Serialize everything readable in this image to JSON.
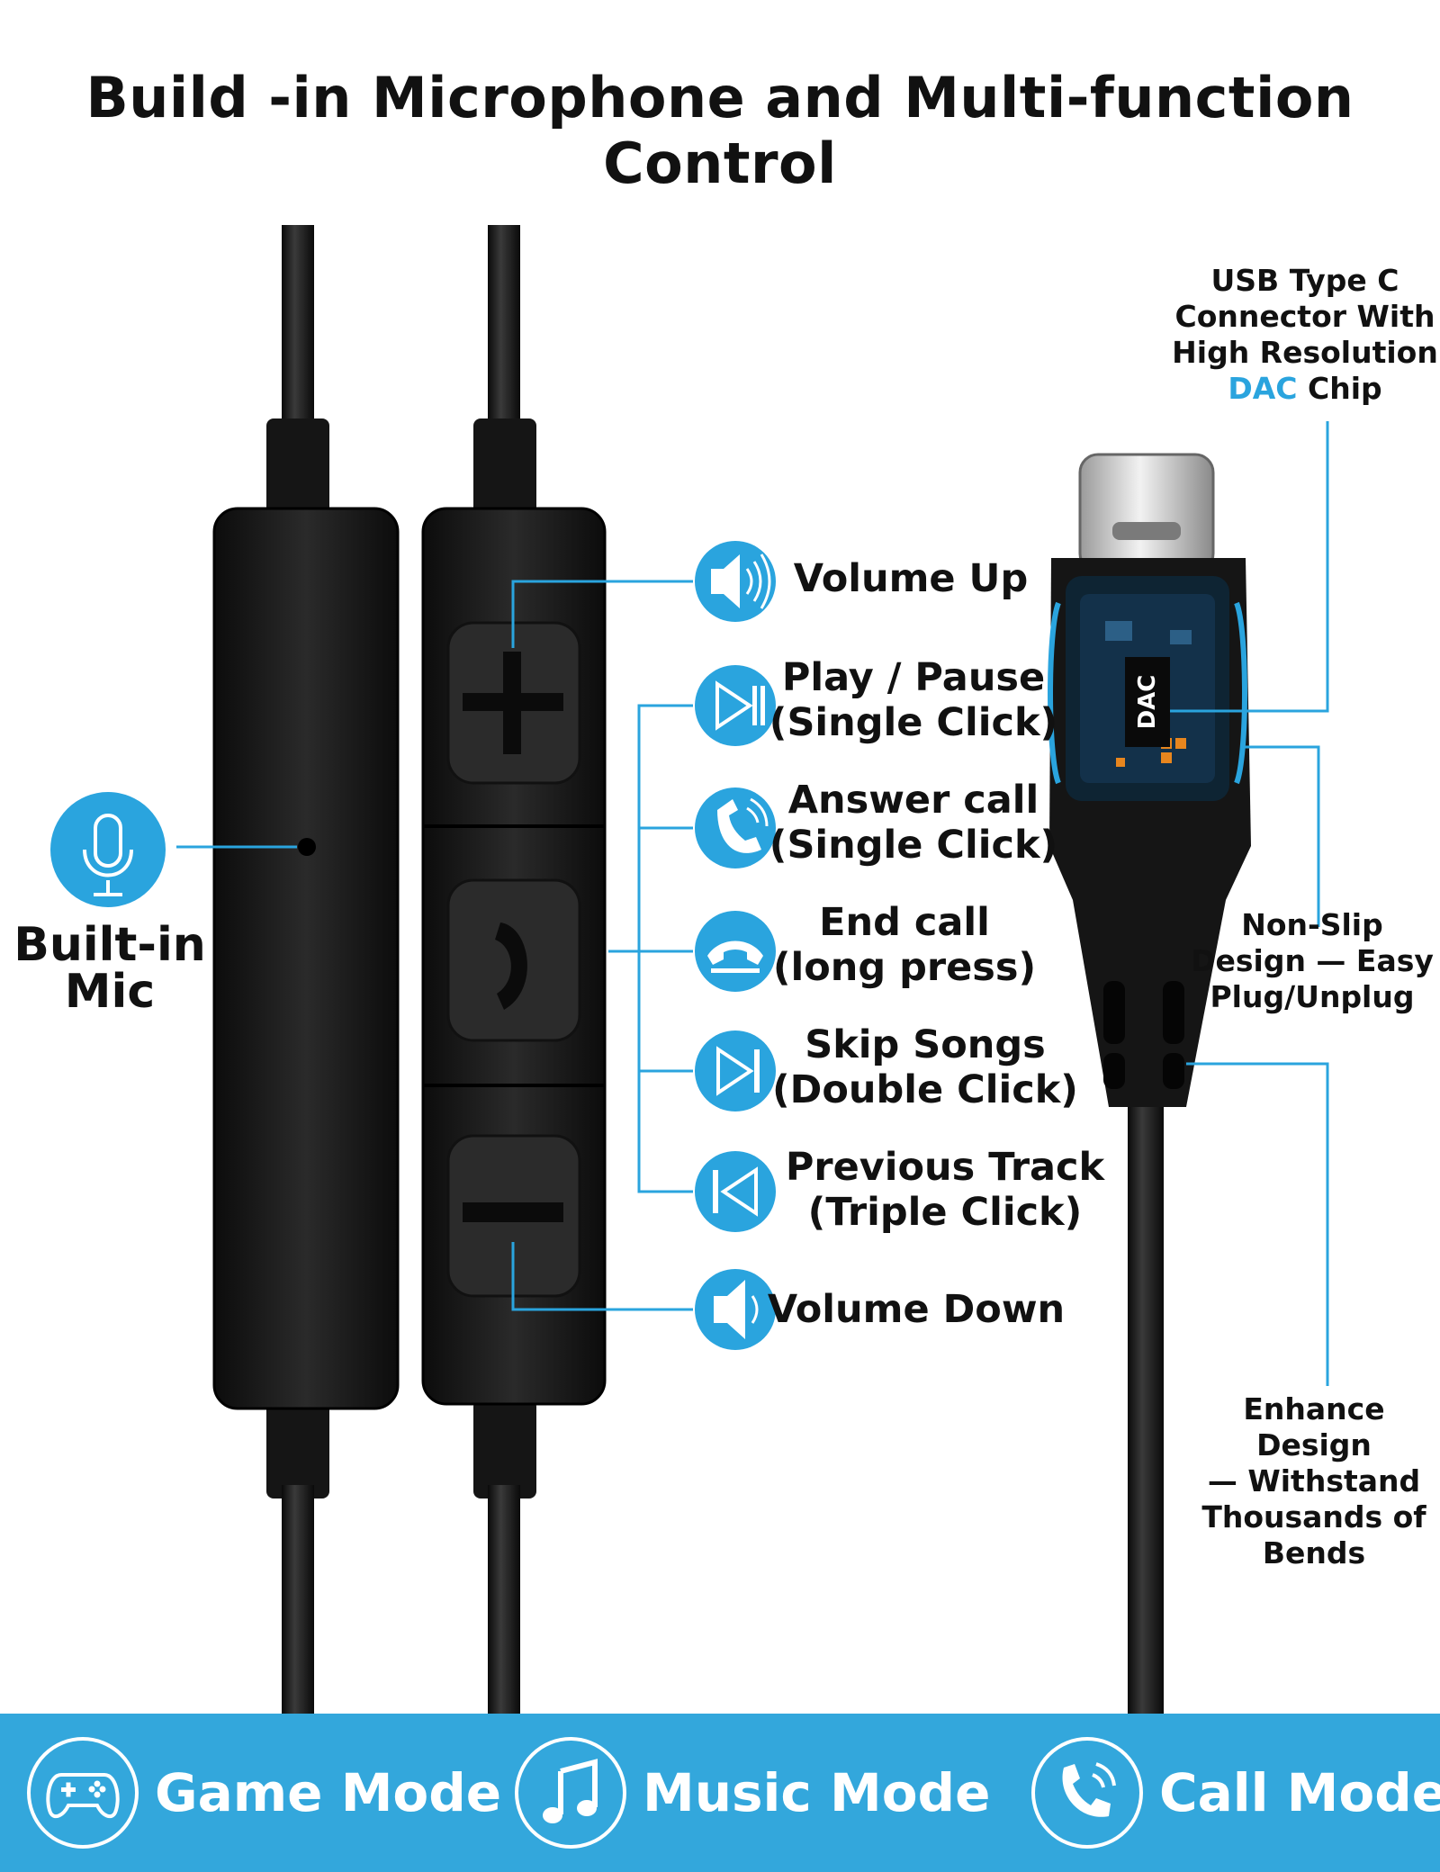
{
  "title": "Build -in Microphone and Multi-function Control",
  "mic": {
    "line1": "Built-in",
    "line2": "Mic"
  },
  "functions": [
    {
      "line1": "Volume Up",
      "line2": "",
      "icon": "volume-up-icon"
    },
    {
      "line1": "Play / Pause",
      "line2": "(Single Click)",
      "icon": "play-pause-icon"
    },
    {
      "line1": "Answer call",
      "line2": "(Single Click)",
      "icon": "phone-icon"
    },
    {
      "line1": "End call",
      "line2": "(long press)",
      "icon": "hang-up-icon"
    },
    {
      "line1": "Skip Songs",
      "line2": "(Double Click)",
      "icon": "next-track-icon"
    },
    {
      "line1": "Previous Track",
      "line2": "(Triple Click)",
      "icon": "previous-track-icon"
    },
    {
      "line1": "Volume Down",
      "line2": "",
      "icon": "volume-down-icon"
    }
  ],
  "connector": {
    "line1": "USB Type C",
    "line2": "Connector With",
    "line3": "High Resolution",
    "dac": "DAC",
    "chip": " Chip",
    "chip_label": "DAC"
  },
  "non_slip": {
    "line1": "Non-Slip",
    "line2": "Design — Easy",
    "line3": "Plug/Unplug"
  },
  "enhance": {
    "line1": "Enhance Design",
    "line2": "— Withstand",
    "line3": "Thousands of",
    "line4": "Bends"
  },
  "modes": [
    {
      "label": "Game Mode",
      "icon": "gamepad-icon"
    },
    {
      "label": "Music Mode",
      "icon": "music-note-icon"
    },
    {
      "label": "Call Mode",
      "icon": "phone-icon"
    }
  ],
  "colors": {
    "accent": "#2aa4de",
    "footer": "#33a7dc",
    "body": "#1a1a1a"
  }
}
